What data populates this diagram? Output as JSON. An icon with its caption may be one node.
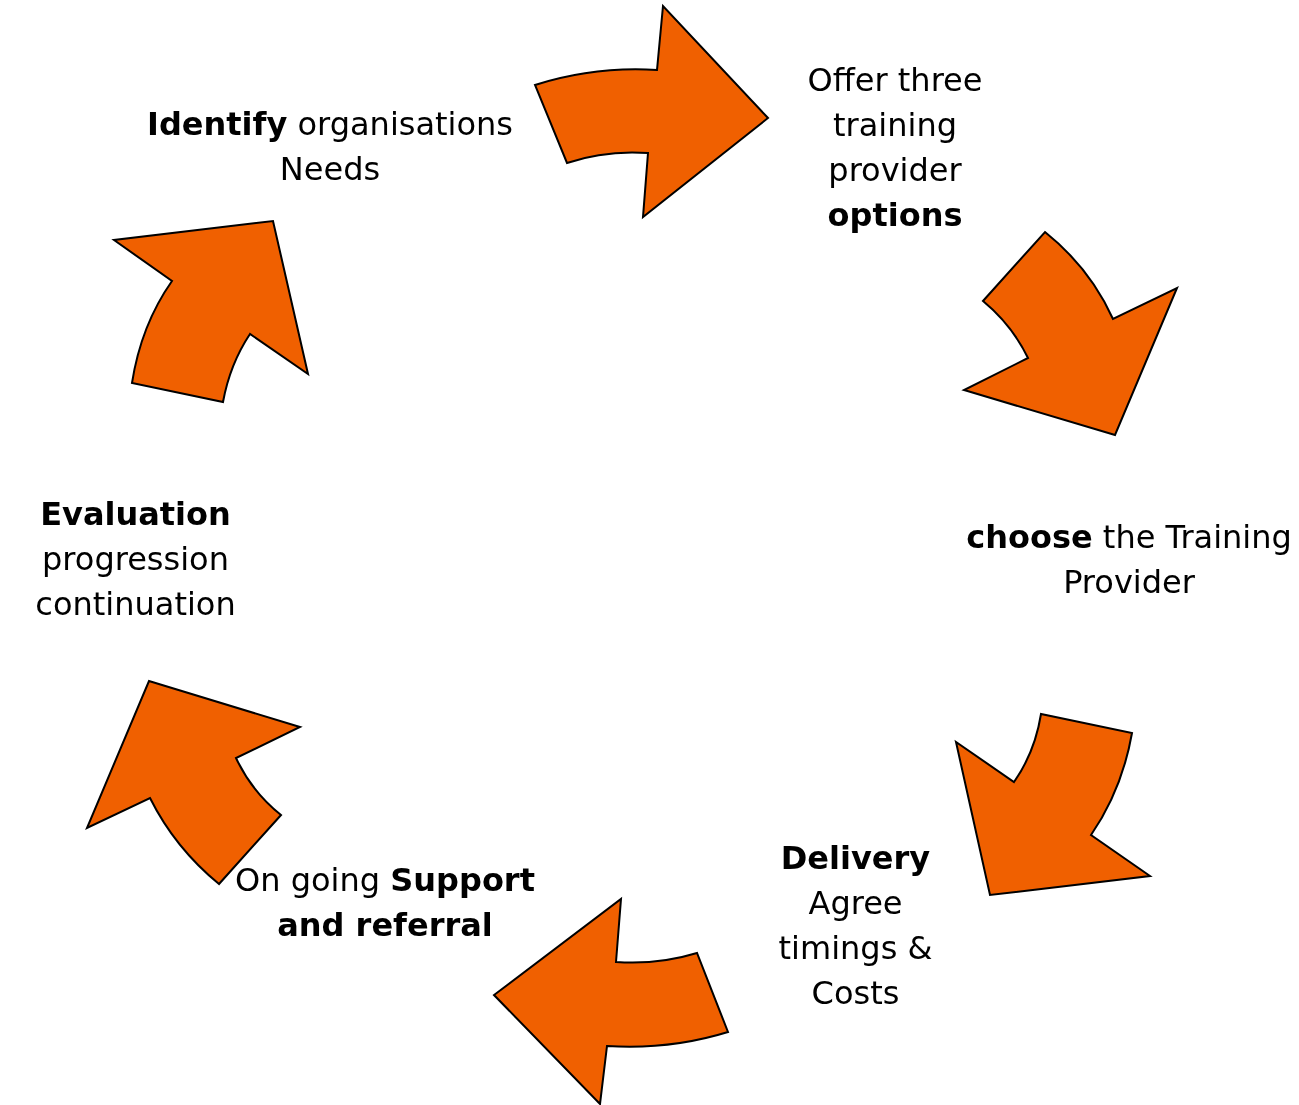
{
  "diagram": {
    "nodes": [
      {
        "text": [
          "**Identify** organisations Needs"
        ]
      },
      {
        "text": [
          "Offer three training provider **options**"
        ]
      },
      {
        "text": [
          "**choose** the Training Provider"
        ]
      },
      {
        "text": [
          "Delivery",
          "Agree timings & Costs"
        ]
      },
      {
        "text": [
          "On going **Support and referral**"
        ]
      },
      {
        "text": [
          "Evaluation",
          "progression continuation"
        ]
      }
    ],
    "edges": [
      {
        "from": 0,
        "to": 1,
        "arrow": "to"
      },
      {
        "from": 1,
        "to": 2,
        "arrow": "to"
      },
      {
        "from": 2,
        "to": 3,
        "arrow": "to"
      },
      {
        "from": 3,
        "to": 4,
        "arrow": "to"
      },
      {
        "from": 4,
        "to": 5,
        "arrow": "to"
      },
      {
        "from": 5,
        "to": 0,
        "arrow": "to"
      }
    ]
  }
}
